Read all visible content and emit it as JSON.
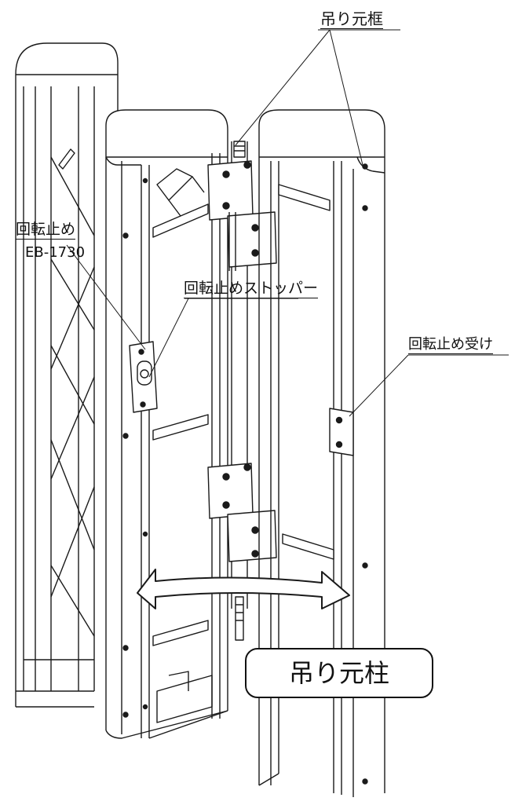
{
  "labels": {
    "hanging_frame": "吊り元框",
    "rotation_stop": "回転止め",
    "rotation_stop_code": "EB-1730",
    "rotation_stop_stopper": "回転止めストッパー",
    "rotation_stop_receiver": "回転止め受け",
    "hanging_post": "吊り元柱"
  },
  "colors": {
    "line": "#1a1a1a",
    "paper": "#ffffff",
    "shade": "#c9c9c9",
    "metal": "#dedede"
  }
}
